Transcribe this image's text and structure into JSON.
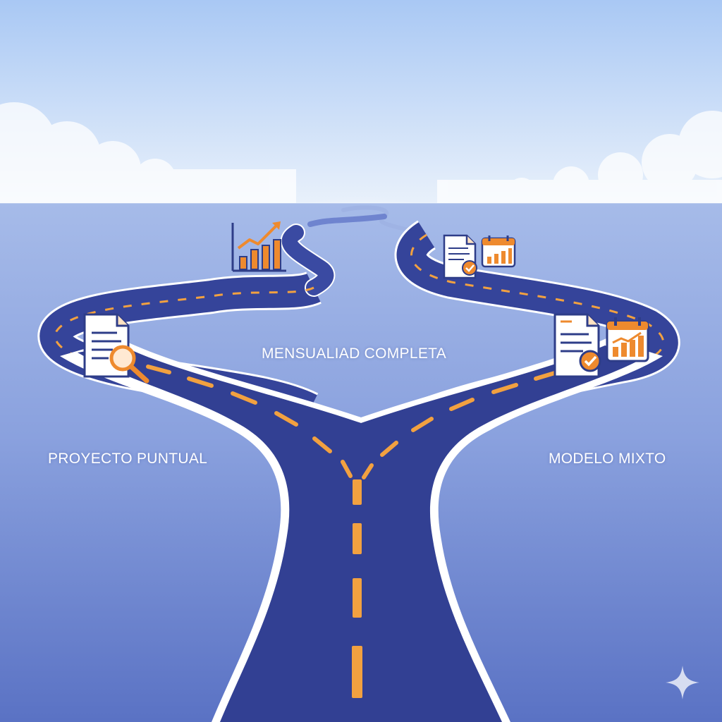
{
  "labels": {
    "left": "PROYECTO PUNTUAL",
    "center": "MENSUALIAD COMPLETA",
    "right": "MODELO MIXTO"
  },
  "icons": {
    "left_far": "growth-chart-icon",
    "left_near": "document-search-icon",
    "right_far": "document-check-calendar-chart-icon",
    "right_near": "document-check-calendar-chart-icon",
    "corner": "sparkle-icon"
  },
  "colors": {
    "sky_top": "#a9c8f4",
    "sky_bottom": "#e9f1fb",
    "ground_top": "#9db3e6",
    "ground_bottom": "#5a72c4",
    "road": "#35449a",
    "road_edge": "#ffffff",
    "road_dash": "#f2a140",
    "icon_accent": "#ee8a2e",
    "icon_line": "#2e3d88"
  }
}
